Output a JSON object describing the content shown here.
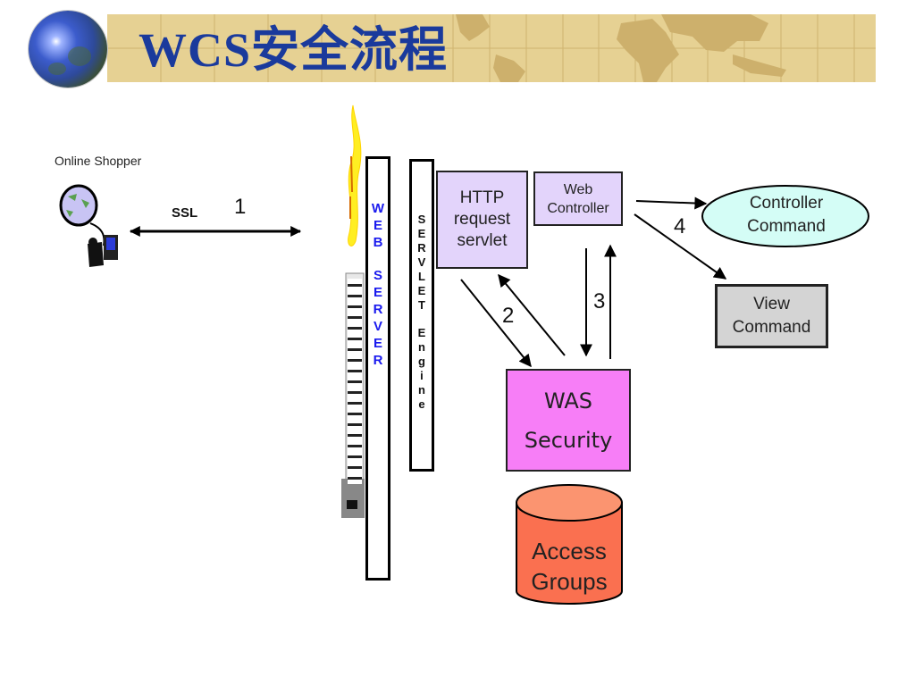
{
  "slide": {
    "title": "WCS安全流程",
    "colors": {
      "title": "#1a3a9c",
      "banner": "#e6d193",
      "http_box": "#e3d4fb",
      "controller_command": "#d4fdf6",
      "view_command": "#d4d4d4",
      "was_security": "#f77ef7",
      "access_groups": "#fa7050",
      "web_server_text": "#1a1aee"
    }
  },
  "diagram": {
    "online_shopper": {
      "label": "Online Shopper"
    },
    "ssl_link": {
      "label": "SSL",
      "step": "1"
    },
    "web_server": {
      "letters": [
        "W",
        "E",
        "B",
        "",
        "S",
        "E",
        "R",
        "V",
        "E",
        "R"
      ]
    },
    "servlet_engine": {
      "letters": [
        "S",
        "E",
        "R",
        "V",
        "L",
        "E",
        "T",
        "",
        "E",
        "n",
        "g",
        "i",
        "n",
        "e"
      ]
    },
    "http_servlet": {
      "lines": [
        "HTTP",
        "request",
        "servlet"
      ]
    },
    "web_controller": {
      "lines": [
        "Web",
        "Controller"
      ]
    },
    "controller_command": {
      "lines": [
        "Controller",
        "Command"
      ]
    },
    "view_command": {
      "lines": [
        "View",
        "Command"
      ]
    },
    "was_security": {
      "lines": [
        "WAS",
        "Security"
      ]
    },
    "access_groups": {
      "lines": [
        "Access",
        "Groups"
      ]
    },
    "steps": {
      "two": "2",
      "three": "3",
      "four": "4"
    }
  }
}
